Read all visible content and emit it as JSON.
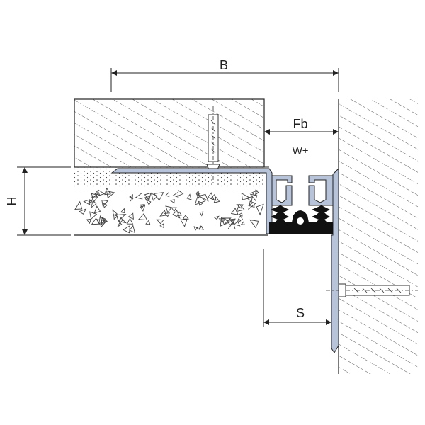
{
  "diagram": {
    "labels": {
      "b": "B",
      "fb": "Fb",
      "w": "W±",
      "h": "H",
      "s": "S"
    },
    "colors": {
      "profile": "#b7c3d9",
      "seal": "#111111",
      "line": "#222222",
      "hatch": "#4a4a4a",
      "background": "#ffffff"
    }
  }
}
